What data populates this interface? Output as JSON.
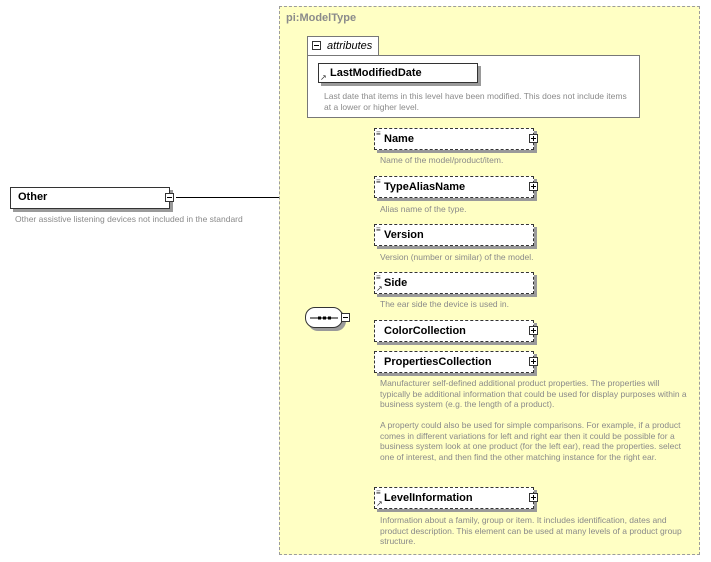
{
  "root": {
    "label": "Other",
    "description": "Other assistive listening devices not included in the standard"
  },
  "type_panel": {
    "title": "pi:ModelType",
    "attributes_label": "attributes",
    "attribute": {
      "name": "LastModifiedDate",
      "description": "Last date that items in this level have been modified. This does not include items at a lower or higher level."
    }
  },
  "elements": [
    {
      "name": "Name",
      "description": "Name of the model/product/item.",
      "expandable": true
    },
    {
      "name": "TypeAliasName",
      "description": "Alias name of the type.",
      "expandable": true
    },
    {
      "name": "Version",
      "description": "Version (number or similar) of the model.",
      "expandable": false
    },
    {
      "name": "Side",
      "description": "The ear side the device is used in.",
      "expandable": false
    },
    {
      "name": "ColorCollection",
      "description": "",
      "expandable": true
    },
    {
      "name": "PropertiesCollection",
      "description": "Manufacturer self-defined additional product properties.  The properties will typically be additional information that could be used for display purposes within a business system (e.g. the length of a product).\n\nA property could also be used for simple comparisons.  For example, if a product comes in different variations for left and right ear then it could be possible for a business system look at one product (for the left ear), read the properties. select one of interest, and then find the other matching instance for the right ear.",
      "expandable": true
    },
    {
      "name": "LevelInformation",
      "description": "Information about a family, group or item. It includes identification, dates and product description. This element can be used at many levels of a product group structure.",
      "expandable": true
    }
  ],
  "colors": {
    "panel_bg": "#ffffc4",
    "description_text": "#8a8a8a",
    "connector": "#000000"
  }
}
